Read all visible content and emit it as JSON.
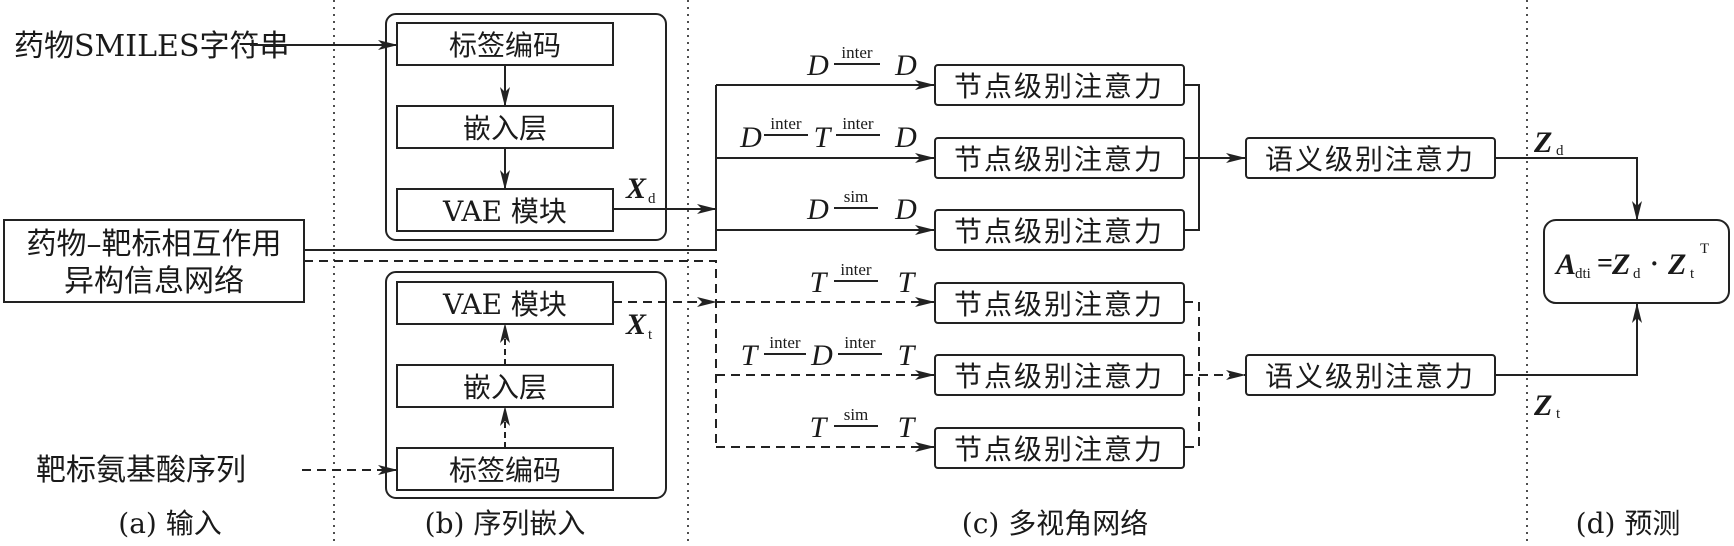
{
  "sections": {
    "input": "(a) 输入",
    "embedding": "(b) 序列嵌入",
    "multiview": "(c) 多视角网络",
    "predict": "(d) 预测"
  },
  "inputs": {
    "drug_smiles": "药物SMILES字符串",
    "network_line1": "药物–靶标相互作用",
    "network_line2": "异构信息网络",
    "target_seq": "靶标氨基酸序列"
  },
  "drug_embedding": {
    "label_encoding": "标签编码",
    "embedding_layer": "嵌入层",
    "vae": "VAE 模块",
    "output_var": "X",
    "output_sub": "d"
  },
  "target_embedding": {
    "vae": "VAE 模块",
    "embedding_layer": "嵌入层",
    "label_encoding": "标签编码",
    "output_var": "X",
    "output_sub": "t"
  },
  "metapaths": {
    "drug": [
      {
        "nodes": [
          "D",
          "D"
        ],
        "edges": [
          "inter"
        ]
      },
      {
        "nodes": [
          "D",
          "T",
          "D"
        ],
        "edges": [
          "inter",
          "inter"
        ]
      },
      {
        "nodes": [
          "D",
          "D"
        ],
        "edges": [
          "sim"
        ]
      }
    ],
    "target": [
      {
        "nodes": [
          "T",
          "T"
        ],
        "edges": [
          "inter"
        ]
      },
      {
        "nodes": [
          "T",
          "D",
          "T"
        ],
        "edges": [
          "inter",
          "inter"
        ]
      },
      {
        "nodes": [
          "T",
          "T"
        ],
        "edges": [
          "sim"
        ]
      }
    ]
  },
  "node_attention": "节点级别注意力",
  "semantic_attention": "语义级别注意力",
  "outputs": {
    "drug_var": "Z",
    "drug_sub": "d",
    "target_var": "Z",
    "target_sub": "t"
  },
  "formula": {
    "A": "A",
    "A_sub": "dti",
    "eq": "=",
    "Zd": "Z",
    "Zd_sub": "d",
    "dot": "·",
    "Zt": "Z",
    "Zt_sub": "t",
    "Zt_sup": "T"
  }
}
